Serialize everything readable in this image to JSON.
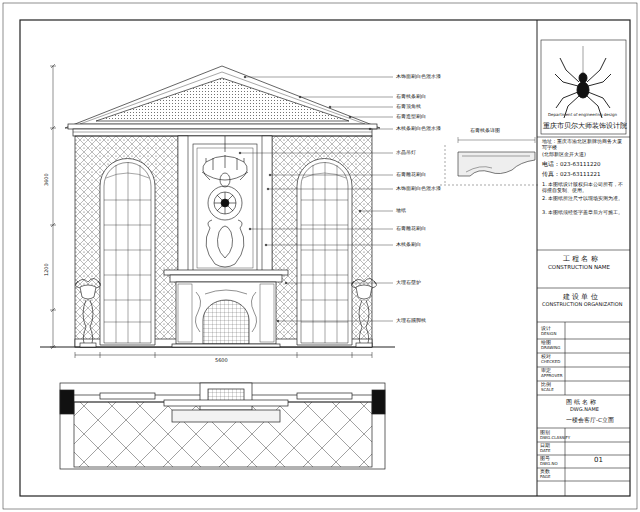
{
  "diagram": {
    "labels": [
      "Department of engineering design",
      "重庆市贝尔大师装饰设计院",
      "地址：重庆市渝北区新牌坊商务大厦写字楼",
      "(北部新区金开大道)",
      "电话：023-63111220",
      "传真：023-63111221",
      "1. 本图纸设计版权归本公司所有，不得擅自复制、使用。",
      "2. 本图纸所注尺寸以现场实测为准。",
      "3. 本图纸须经签字盖章后方可施工。",
      "工 程 名 称",
      "CONSTRUCTION NAME",
      "建 设 单 位",
      "CONSTRUCTION ORGANIZATION",
      "设计",
      "DESIGN",
      "绘图",
      "DRAWING",
      "校对",
      "CHECKED",
      "审定",
      "APPROVER",
      "比例",
      "SCALE",
      "图 纸 名 称",
      "DWG.NAME",
      "一楼会客厅-C立面",
      "图别",
      "DWG.CLASSIFY",
      "日期",
      "DATE",
      "图号",
      "DWG.NO",
      "01",
      "页数",
      "PAGE",
      "木饰面刷白色混水漆",
      "石膏线条刷白",
      "石膏顶角线",
      "石膏造型刷白",
      "木线条刷白色混水漆",
      "水晶吊灯",
      "石膏雕花刷白",
      "木饰面刷白色混水漆",
      "墙纸",
      "石膏雕花刷白",
      "木线条刷白",
      "大理石壁炉",
      "大理石踢脚线",
      "石膏线条详图",
      "3600",
      "1200",
      "5600"
    ]
  }
}
